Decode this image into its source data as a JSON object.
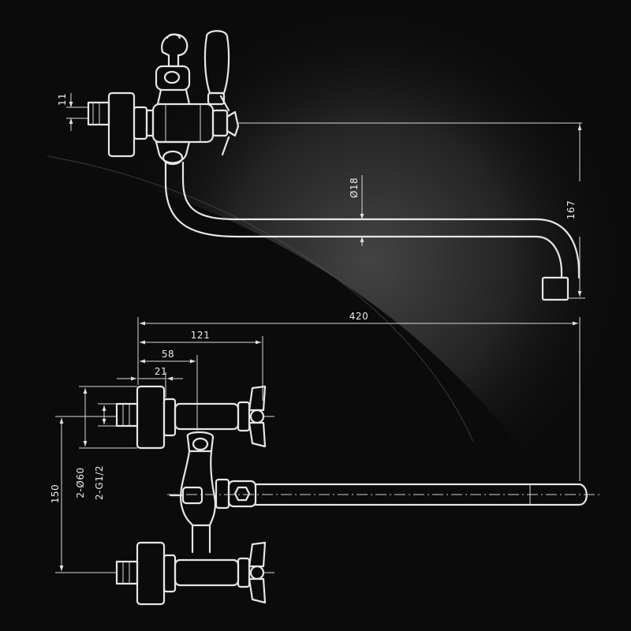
{
  "colors": {
    "background": "#0b0b0b",
    "line": "#e6e6e6",
    "highlight": "#2a2a2a"
  },
  "dimensions": {
    "top_view": {
      "height_11": "11",
      "spout_diameter": "Ø18",
      "height_167": "167"
    },
    "front_view": {
      "overall_length": "420",
      "length_121": "121",
      "length_58": "58",
      "length_21": "21",
      "flange_diameter": "2-Ø60",
      "thread": "2-G1/2",
      "spacing_150": "150"
    }
  }
}
